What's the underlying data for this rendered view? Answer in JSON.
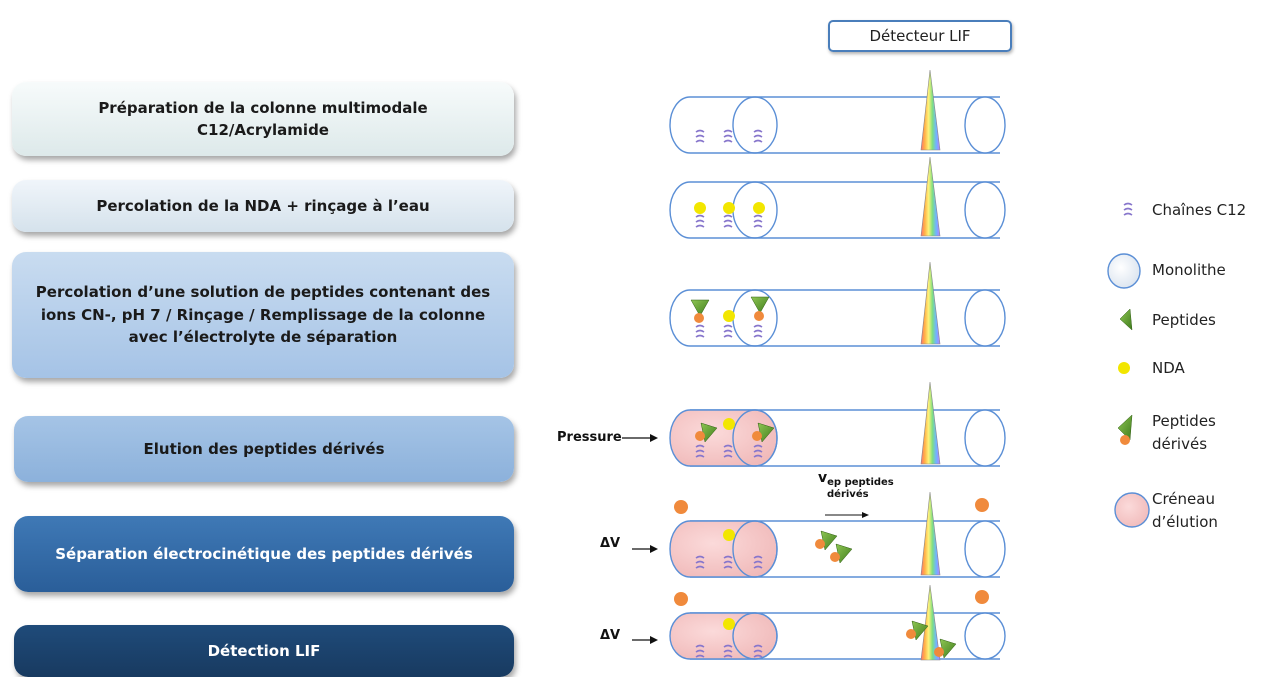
{
  "detector_label": "Détecteur LIF",
  "steps": [
    {
      "label": "Préparation de la colonne multimodale C12/Acrylamide"
    },
    {
      "label": "Percolation de la NDA + rinçage à l’eau"
    },
    {
      "label": "Percolation d’une solution de peptides contenant des ions CN-, pH 7 / Rinçage / Remplissage de la colonne avec l’électrolyte de séparation"
    },
    {
      "label": "Elution des peptides dérivés"
    },
    {
      "label": "Séparation électrocinétique des peptides dérivés"
    },
    {
      "label": "Détection LIF"
    }
  ],
  "labels": {
    "pressure": "Pressure",
    "delta_v": "ΔV",
    "velocity_v": "v",
    "velocity_sub": "ep peptides",
    "velocity_sub2": "dérivés",
    "minus": "-",
    "plus": "+"
  },
  "legend": [
    {
      "label": "Chaînes C12"
    },
    {
      "label": "Monolithe"
    },
    {
      "label": "Peptides"
    },
    {
      "label": "NDA"
    },
    {
      "label": "Peptides dérivés"
    },
    {
      "label": "Créneau d’élution"
    }
  ],
  "colors": {
    "tube_stroke": "#5b8fd6",
    "elution_fill": "#f4c5c5",
    "nda": "#f2e600",
    "peptide": "#5a9a2a",
    "derivatized": "#f08a3c",
    "chain": "#8877cc"
  }
}
